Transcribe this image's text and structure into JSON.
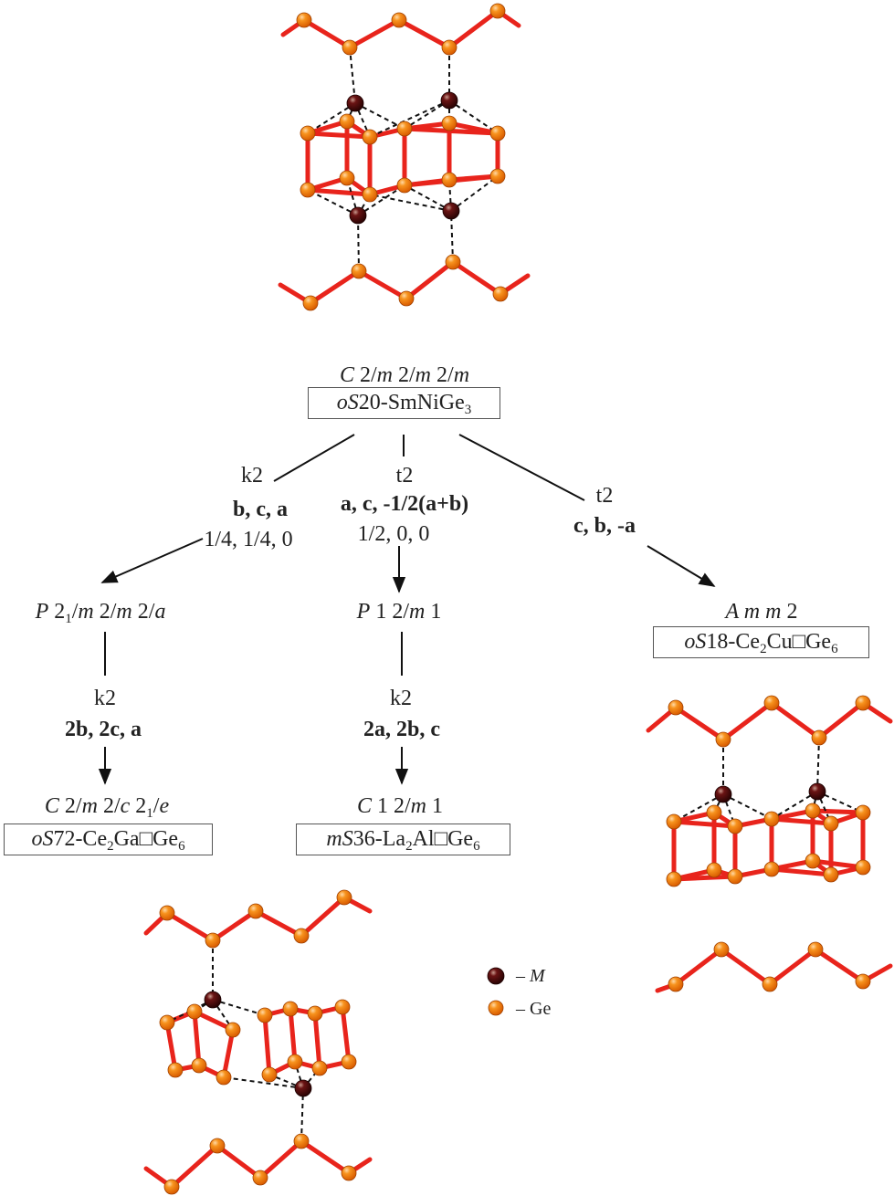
{
  "top_structure": {
    "spacegroup": {
      "pre": "C",
      "mid": " 2/",
      "m1": "m",
      "m2": " 2/",
      "m3": "m",
      "m4": " 2/",
      "m5": "m"
    },
    "compound": {
      "pearson_it": "oS",
      "pearson_num": "20",
      "formula_pre": "-SmNiGe",
      "sub": "3"
    }
  },
  "transitions": {
    "left_k2": {
      "type": "k2",
      "axes": [
        "b",
        "c",
        "a"
      ],
      "origin": "1/4, 1/4, 0"
    },
    "middle_t2": {
      "type": "t2",
      "axes_text": "a, c, -1/2(a+b)",
      "origin": "1/2, 0, 0"
    },
    "right_t2": {
      "type": "t2",
      "axes": [
        "c",
        "b",
        "-a"
      ]
    },
    "left_k2_second": {
      "type": "k2",
      "axes": [
        "2b",
        "2c",
        "a"
      ]
    },
    "middle_k2_second": {
      "type": "k2",
      "axes": [
        "2a",
        "2b",
        "c"
      ]
    }
  },
  "intermediate": {
    "left_sg": {
      "p": "P",
      "s1": " 2",
      "s1sub": "1",
      "s2": "/",
      "m1": "m",
      "s3": " 2/",
      "m2": "m",
      "s4": " 2/",
      "a": "a"
    },
    "middle_sg": {
      "p": "P",
      "s1": " 1 2/",
      "m": "m",
      "s2": " 1"
    }
  },
  "final_structures": {
    "left": {
      "spacegroup": {
        "c": "C",
        "s1": " 2/",
        "m": "m",
        "s2": " 2/",
        "cc": "c",
        "s3": " 2",
        "sub": "1",
        "s4": "/",
        "e": "e"
      },
      "compound": {
        "pearson_it": "oS",
        "pearson_num": "72",
        "f1": "-Ce",
        "sub1": "2",
        "f2": "Ga□Ge",
        "sub2": "6"
      }
    },
    "middle": {
      "spacegroup": {
        "c": "C",
        "s1": " 1 2/",
        "m": "m",
        "s2": " 1"
      },
      "compound": {
        "pearson_it": "mS",
        "pearson_num": "36",
        "f1": "-La",
        "sub1": "2",
        "f2": "Al□Ge",
        "sub2": "6"
      }
    },
    "right": {
      "spacegroup": {
        "a": "A",
        "m1": " m",
        "m2": " m",
        "s": " 2"
      },
      "compound": {
        "pearson_it": "oS",
        "pearson_num": "18",
        "f1": "-Ce",
        "sub1": "2",
        "f2": "Cu□Ge",
        "sub2": "6"
      }
    }
  },
  "legend": {
    "metal_label": "M",
    "metal_prefix": "– ",
    "ge_label": "– Ge"
  },
  "colors": {
    "bond": "#e8241c",
    "ge_atom": "#f58220",
    "metal_atom": "#5a0a0a",
    "arrow": "#111111"
  }
}
